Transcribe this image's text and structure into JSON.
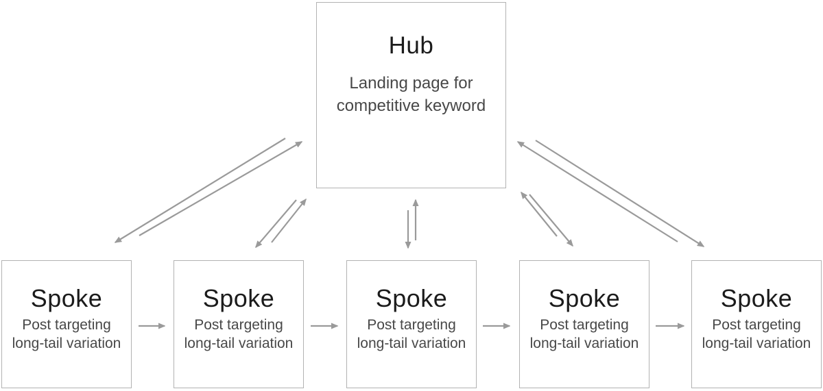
{
  "diagram": {
    "hub": {
      "title": "Hub",
      "subtitle": "Landing page for competitive keyword"
    },
    "spokes": [
      {
        "title": "Spoke",
        "subtitle": "Post targeting long-tail variation"
      },
      {
        "title": "Spoke",
        "subtitle": "Post targeting long-tail variation"
      },
      {
        "title": "Spoke",
        "subtitle": "Post targeting long-tail variation"
      },
      {
        "title": "Spoke",
        "subtitle": "Post targeting long-tail variation"
      },
      {
        "title": "Spoke",
        "subtitle": "Post targeting long-tail variation"
      }
    ],
    "edges": [
      {
        "from": "hub",
        "to": "spoke-1"
      },
      {
        "from": "spoke-1",
        "to": "hub"
      },
      {
        "from": "hub",
        "to": "spoke-2"
      },
      {
        "from": "spoke-2",
        "to": "hub"
      },
      {
        "from": "hub",
        "to": "spoke-3"
      },
      {
        "from": "spoke-3",
        "to": "hub"
      },
      {
        "from": "hub",
        "to": "spoke-4"
      },
      {
        "from": "spoke-4",
        "to": "hub"
      },
      {
        "from": "hub",
        "to": "spoke-5"
      },
      {
        "from": "spoke-5",
        "to": "hub"
      },
      {
        "from": "spoke-1",
        "to": "spoke-2"
      },
      {
        "from": "spoke-2",
        "to": "spoke-3"
      },
      {
        "from": "spoke-3",
        "to": "spoke-4"
      },
      {
        "from": "spoke-4",
        "to": "spoke-5"
      }
    ],
    "colors": {
      "title_text": "#1b1b1b",
      "subtitle_text": "#484848",
      "box_border": "#b2b2b2",
      "arrow": "#9a9a9a",
      "background": "#ffffff"
    }
  }
}
